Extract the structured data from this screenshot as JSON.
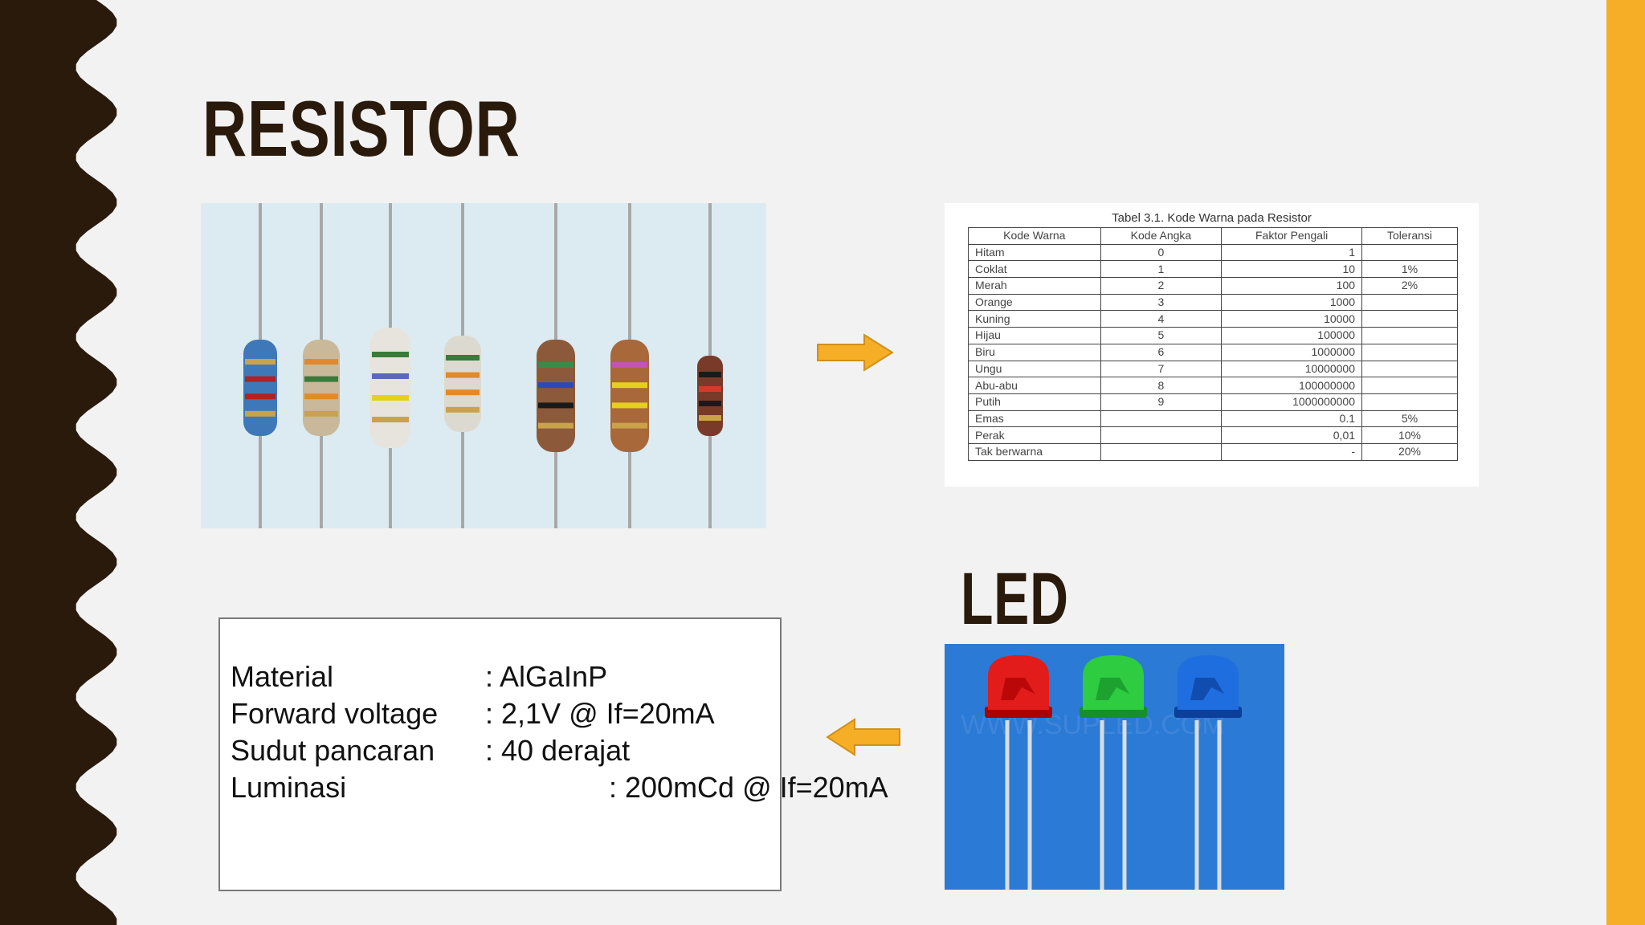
{
  "slide": {
    "title_resistor": "RESISTOR",
    "title_led": "LED",
    "colors": {
      "dark_band": "#2a1a0b",
      "accent_band": "#f5ae25",
      "arrow": "#f5ae25",
      "led_background": "#2a7ad6"
    }
  },
  "color_table": {
    "caption": "Tabel 3.1. Kode Warna pada Resistor",
    "headers": [
      "Kode Warna",
      "Kode Angka",
      "Faktor Pengali",
      "Toleransi"
    ],
    "rows": [
      [
        "Hitam",
        "0",
        "1",
        ""
      ],
      [
        "Coklat",
        "1",
        "10",
        "1%"
      ],
      [
        "Merah",
        "2",
        "100",
        "2%"
      ],
      [
        "Orange",
        "3",
        "1000",
        ""
      ],
      [
        "Kuning",
        "4",
        "10000",
        ""
      ],
      [
        "Hijau",
        "5",
        "100000",
        ""
      ],
      [
        "Biru",
        "6",
        "1000000",
        ""
      ],
      [
        "Ungu",
        "7",
        "10000000",
        ""
      ],
      [
        "Abu-abu",
        "8",
        "100000000",
        ""
      ],
      [
        "Putih",
        "9",
        "1000000000",
        ""
      ],
      [
        "Emas",
        "",
        "0.1",
        "5%"
      ],
      [
        "Perak",
        "",
        "0,01",
        "10%"
      ],
      [
        "Tak berwarna",
        "",
        "-",
        "20%"
      ]
    ]
  },
  "led_specs": [
    {
      "label": "Material",
      "value": ": AlGaInP"
    },
    {
      "label": "Forward voltage",
      "value": ": 2,1V @ If=20mA"
    },
    {
      "label": "Sudut pancaran",
      "value": ": 40 derajat"
    },
    {
      "label": "Luminasi",
      "value": ": 200mCd @ If=20mA"
    }
  ],
  "resistor_photo": {
    "resistors": [
      {
        "body": "#3f78b8",
        "bands": [
          "#c9a24a",
          "#b22222",
          "#b22222",
          "#c9a24a"
        ]
      },
      {
        "body": "#c9b89a",
        "bands": [
          "#e08a2a",
          "#3a7a3a",
          "#e08a2a",
          "#c9a24a"
        ]
      },
      {
        "body": "#e6e4dc",
        "bands": [
          "#3a7a3a",
          "#5a6ab8",
          "#e5d020",
          "#c9a24a"
        ]
      },
      {
        "body": "#dcdad0",
        "bands": [
          "#3a7a3a",
          "#e08a2a",
          "#e08a2a",
          "#c9a24a"
        ]
      },
      {
        "body": "#8c5a3a",
        "bands": [
          "#3a8a4a",
          "#2a4ab8",
          "#1a1a1a",
          "#c9a24a"
        ]
      },
      {
        "body": "#a8683a",
        "bands": [
          "#c455b0",
          "#e5d020",
          "#e5d020",
          "#c9a24a"
        ]
      },
      {
        "body": "#7a3a2a",
        "bands": [
          "#1a1a1a",
          "#d43a2a",
          "#1a1a1a",
          "#c9a24a"
        ]
      }
    ]
  },
  "led_photo": {
    "watermark": "WWW.SUPLED.COM",
    "leds": [
      {
        "color": "#e21b1b",
        "dark": "#a00"
      },
      {
        "color": "#2ecc40",
        "dark": "#17902a"
      },
      {
        "color": "#1f6ee0",
        "dark": "#0b3f99"
      }
    ]
  }
}
